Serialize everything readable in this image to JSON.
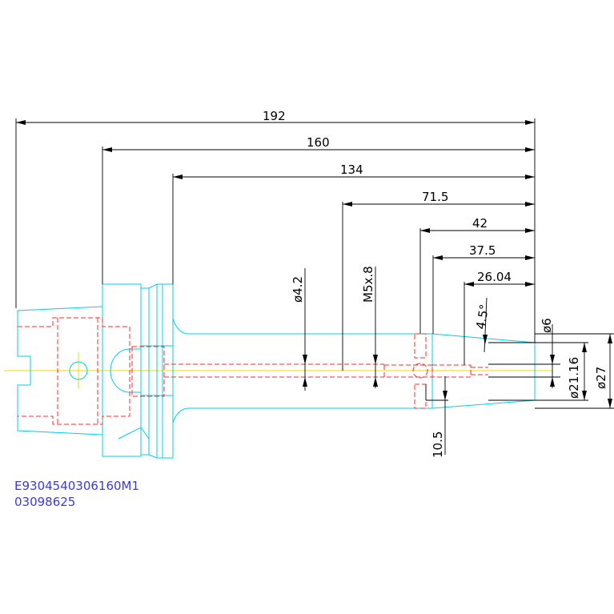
{
  "drawing": {
    "dimensions": {
      "d192": "192",
      "d160": "160",
      "d134": "134",
      "d71_5": "71.5",
      "d42": "42",
      "d37_5": "37.5",
      "d26_04": "26.04",
      "angle": "4.5°",
      "dia4_2": "ø4.2",
      "thread": "M5x.8",
      "dia6": "ø6",
      "dia21_16": "ø21.16",
      "dia27": "ø27",
      "d10_5": "10.5"
    },
    "part_code": "E9304540306160M1",
    "part_number": "03098625"
  },
  "colors": {
    "outline": "#00cfe8",
    "hidden": "#ff2a2a",
    "centerline": "#f0d800",
    "dimension": "#000000",
    "code_text": "#3a3ae0"
  }
}
